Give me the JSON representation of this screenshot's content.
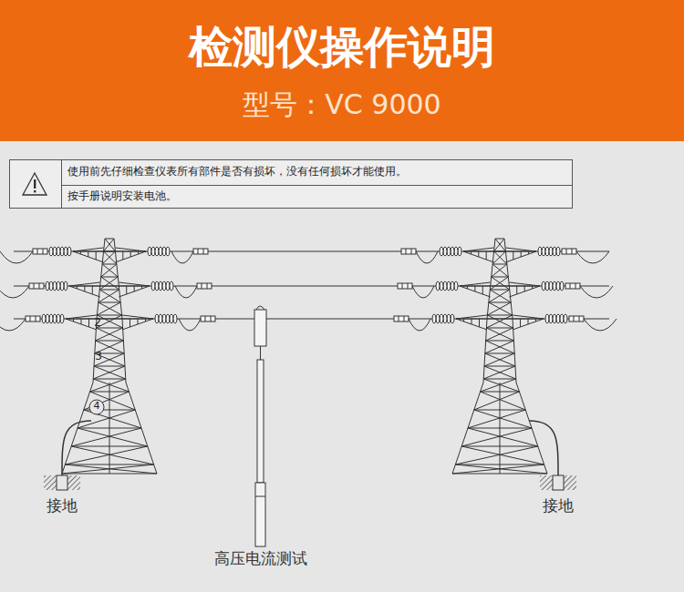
{
  "diagram": {
    "title": "检测仪操作说明",
    "labels": [
      "型号：VC 9000",
      "使用前先仔细检查仪表所有部件是否有损坏，没有任何损坏才能使用。",
      "按手册说明安装电池。",
      "2",
      "3",
      "4",
      "接地",
      "接地",
      "高压电流测试"
    ]
  }
}
